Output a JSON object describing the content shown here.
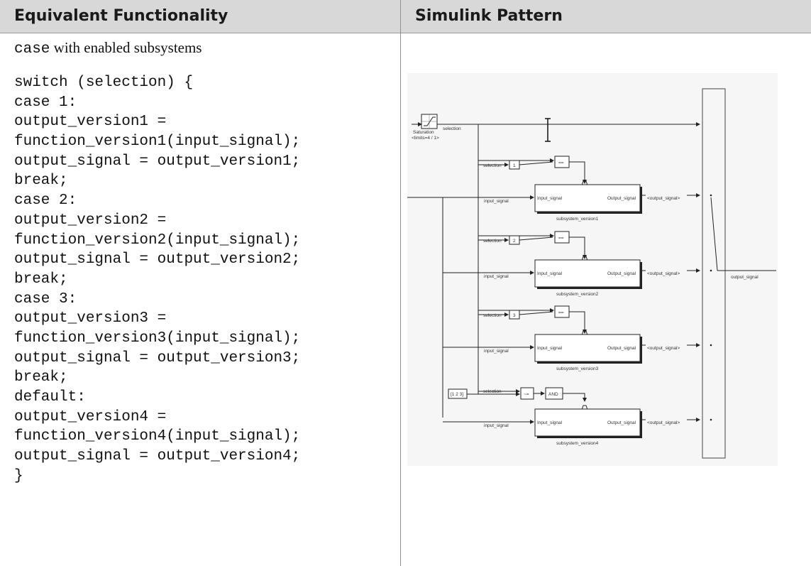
{
  "table": {
    "header_left": "Equivalent Functionality",
    "header_right": "Simulink Pattern"
  },
  "intro": {
    "keyword": "case",
    "rest": " with enabled subsystems"
  },
  "code_lines": [
    "switch (selection) {",
    "case 1:",
    "output_version1 =",
    "function_version1(input_signal);",
    "output_signal = output_version1;",
    "break;",
    "case 2:",
    "output_version2 =",
    "function_version2(input_signal);",
    "output_signal = output_version2;",
    "break;",
    "case 3:",
    "output_version3 =",
    "function_version3(input_signal);",
    "output_signal = output_version3;",
    "break;",
    "default:",
    "output_version4 =",
    "function_version4(input_signal);",
    "output_signal = output_version4;",
    "}"
  ],
  "diagram": {
    "saturation_label": "Saturation",
    "saturation_limits": "<limits=4 / 1>",
    "selection_out": "selection",
    "selection_label": "selection",
    "input_label": "input_signal",
    "block_in": "Input_signal",
    "block_out": "Output_signal",
    "goto_label": "<output_signal>",
    "output_label": "output_signal",
    "const_values": [
      "1",
      "2",
      "3"
    ],
    "vector_const": "[1 2 3]",
    "eq_op": "==",
    "neq_op": "~=",
    "and_op": "AND",
    "subsystems": [
      "subsystem_version1",
      "subsystem_version2",
      "subsystem_version3",
      "subsystem_version4"
    ]
  }
}
